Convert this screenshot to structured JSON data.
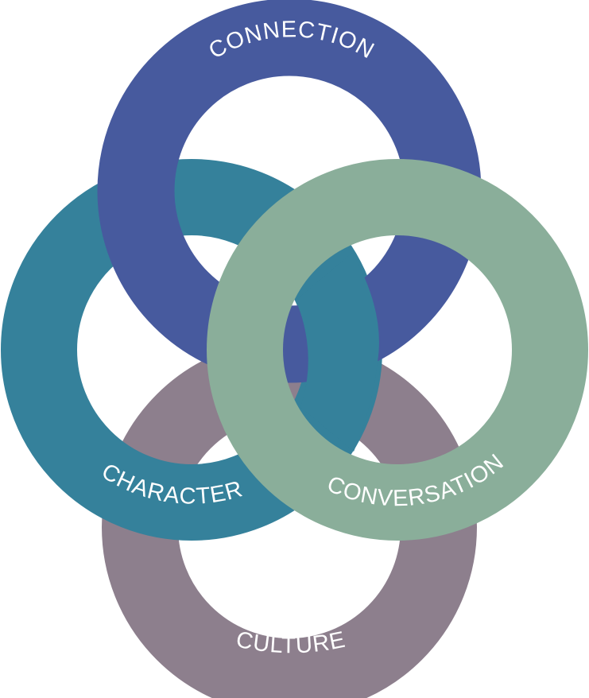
{
  "diagram": {
    "rings": {
      "connection": {
        "label": "CONNECTION",
        "color": "#475A9E"
      },
      "character": {
        "label": "CHARACTER",
        "color": "#35819B"
      },
      "culture": {
        "label": "CULTURE",
        "color": "#8D7F8D"
      },
      "conversation": {
        "label": "CONVERSATION",
        "color": "#8AAE9A"
      }
    }
  }
}
